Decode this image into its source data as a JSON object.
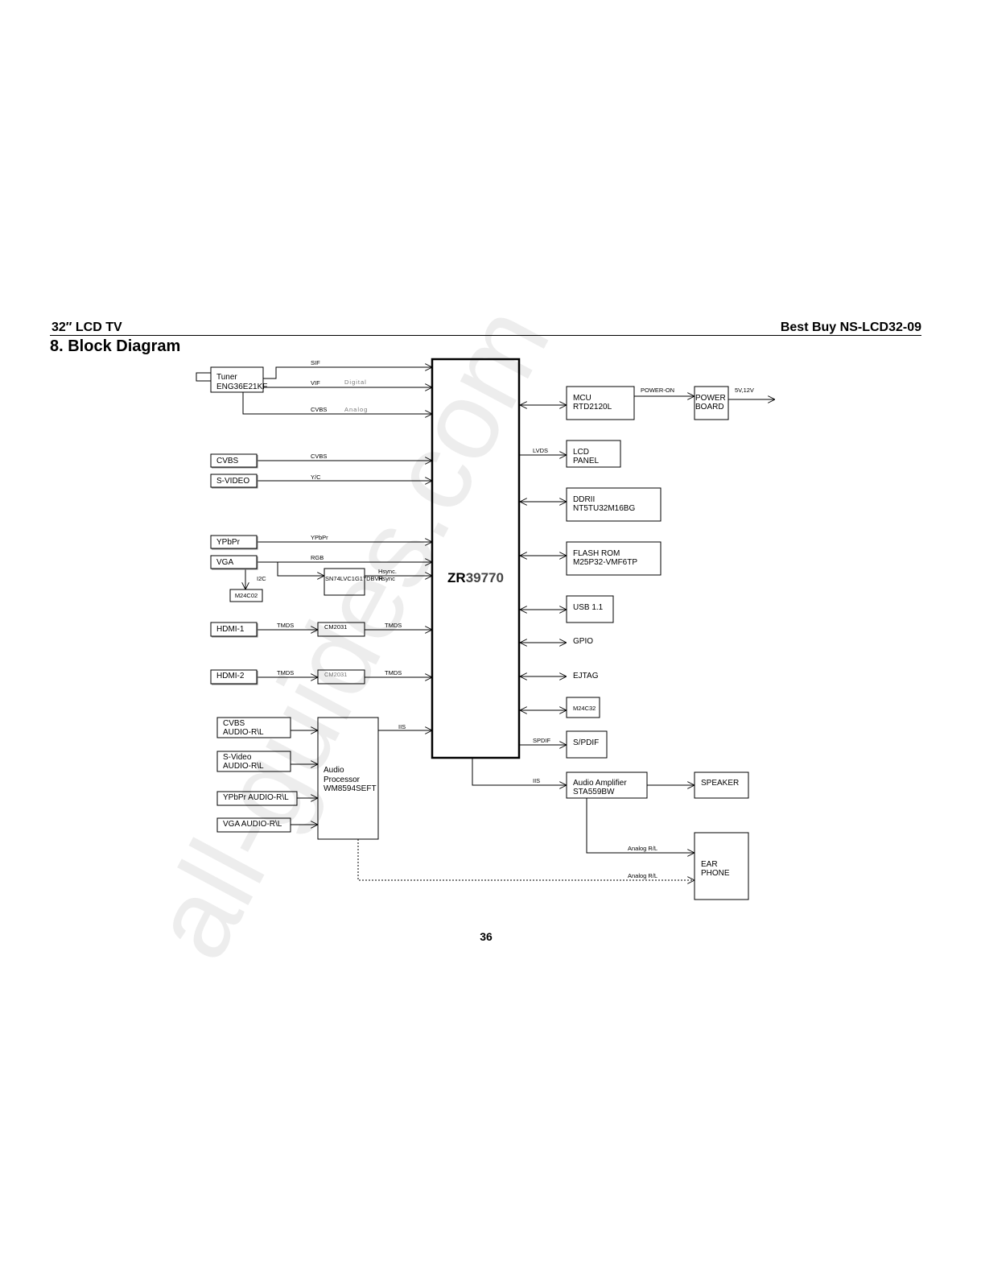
{
  "header": {
    "left": "32″ LCD TV",
    "right": "Best Buy NS-LCD32-09"
  },
  "section_title": "8. Block Diagram",
  "page_number": "36",
  "watermark": "all-guides.com",
  "chip": {
    "prefix": "ZR",
    "suffix": "39770"
  },
  "blocks": {
    "tuner": {
      "line1": "Tuner",
      "line2": "ENG36E21KF"
    },
    "cvbs": "CVBS",
    "svideo": "S-VIDEO",
    "ypbpr": "YPbPr",
    "vga": "VGA",
    "m24c02": "M24C02",
    "sn74": "SN74LVC1G17DBVR",
    "hdmi1": "HDMI-1",
    "cm2031_1": "CM2031",
    "hdmi2": "HDMI-2",
    "cm2031_2": "CM2031",
    "cvbs_audio": {
      "line1": "CVBS",
      "line2": "AUDIO-R\\L"
    },
    "svideo_audio": {
      "line1": "S-Video",
      "line2": "AUDIO-R\\L"
    },
    "ypbpr_audio": "YPbPr AUDIO-R\\L",
    "vga_audio": "VGA AUDIO-R\\L",
    "audio_processor": {
      "line1": "Audio",
      "line2": "Processor",
      "line3": "WM8594SEFT"
    },
    "mcu": {
      "line1": "MCU",
      "line2": "RTD2120L"
    },
    "power_board": {
      "line1": "POWER",
      "line2": "BOARD"
    },
    "lcd_panel": {
      "line1": "LCD",
      "line2": "PANEL"
    },
    "ddrii": {
      "line1": "DDRII",
      "line2": "NT5TU32M16BG"
    },
    "flash_rom": {
      "line1": "FLASH ROM",
      "line2": "M25P32-VMF6TP"
    },
    "usb": "USB 1.1",
    "gpio": "GPIO",
    "ejtag": "EJTAG",
    "m24c32": "M24C32",
    "spdif_block": "S/PDIF",
    "audio_amp": {
      "line1": "Audio Amplifier",
      "line2": "STA559BW"
    },
    "speaker": "SPEAKER",
    "ear_phone": {
      "line1": "EAR",
      "line2": "PHONE"
    }
  },
  "signals": {
    "sif": "SIF",
    "vif": "VIF",
    "digital": "Digital",
    "cvbs_tuner": "CVBS",
    "analog": "Analog",
    "cvbs": "CVBS",
    "yc": "Y/C",
    "ypbpr": "YPbPr",
    "rgb": "RGB",
    "hsync1": "Hsync.",
    "hsync2": "Hsync",
    "i2c": "I2C",
    "tmds1a": "TMDS",
    "tmds1b": "TMDS",
    "tmds2a": "TMDS",
    "tmds2b": "TMDS",
    "iis1": "IIS",
    "iis2": "IIS",
    "power_on": "POWER-ON",
    "power_out": "5V,12V",
    "lvds": "LVDS",
    "spdif": "SPDIF",
    "analog_rl1": "Analog R/L",
    "analog_rl2": "Analog R/L"
  }
}
